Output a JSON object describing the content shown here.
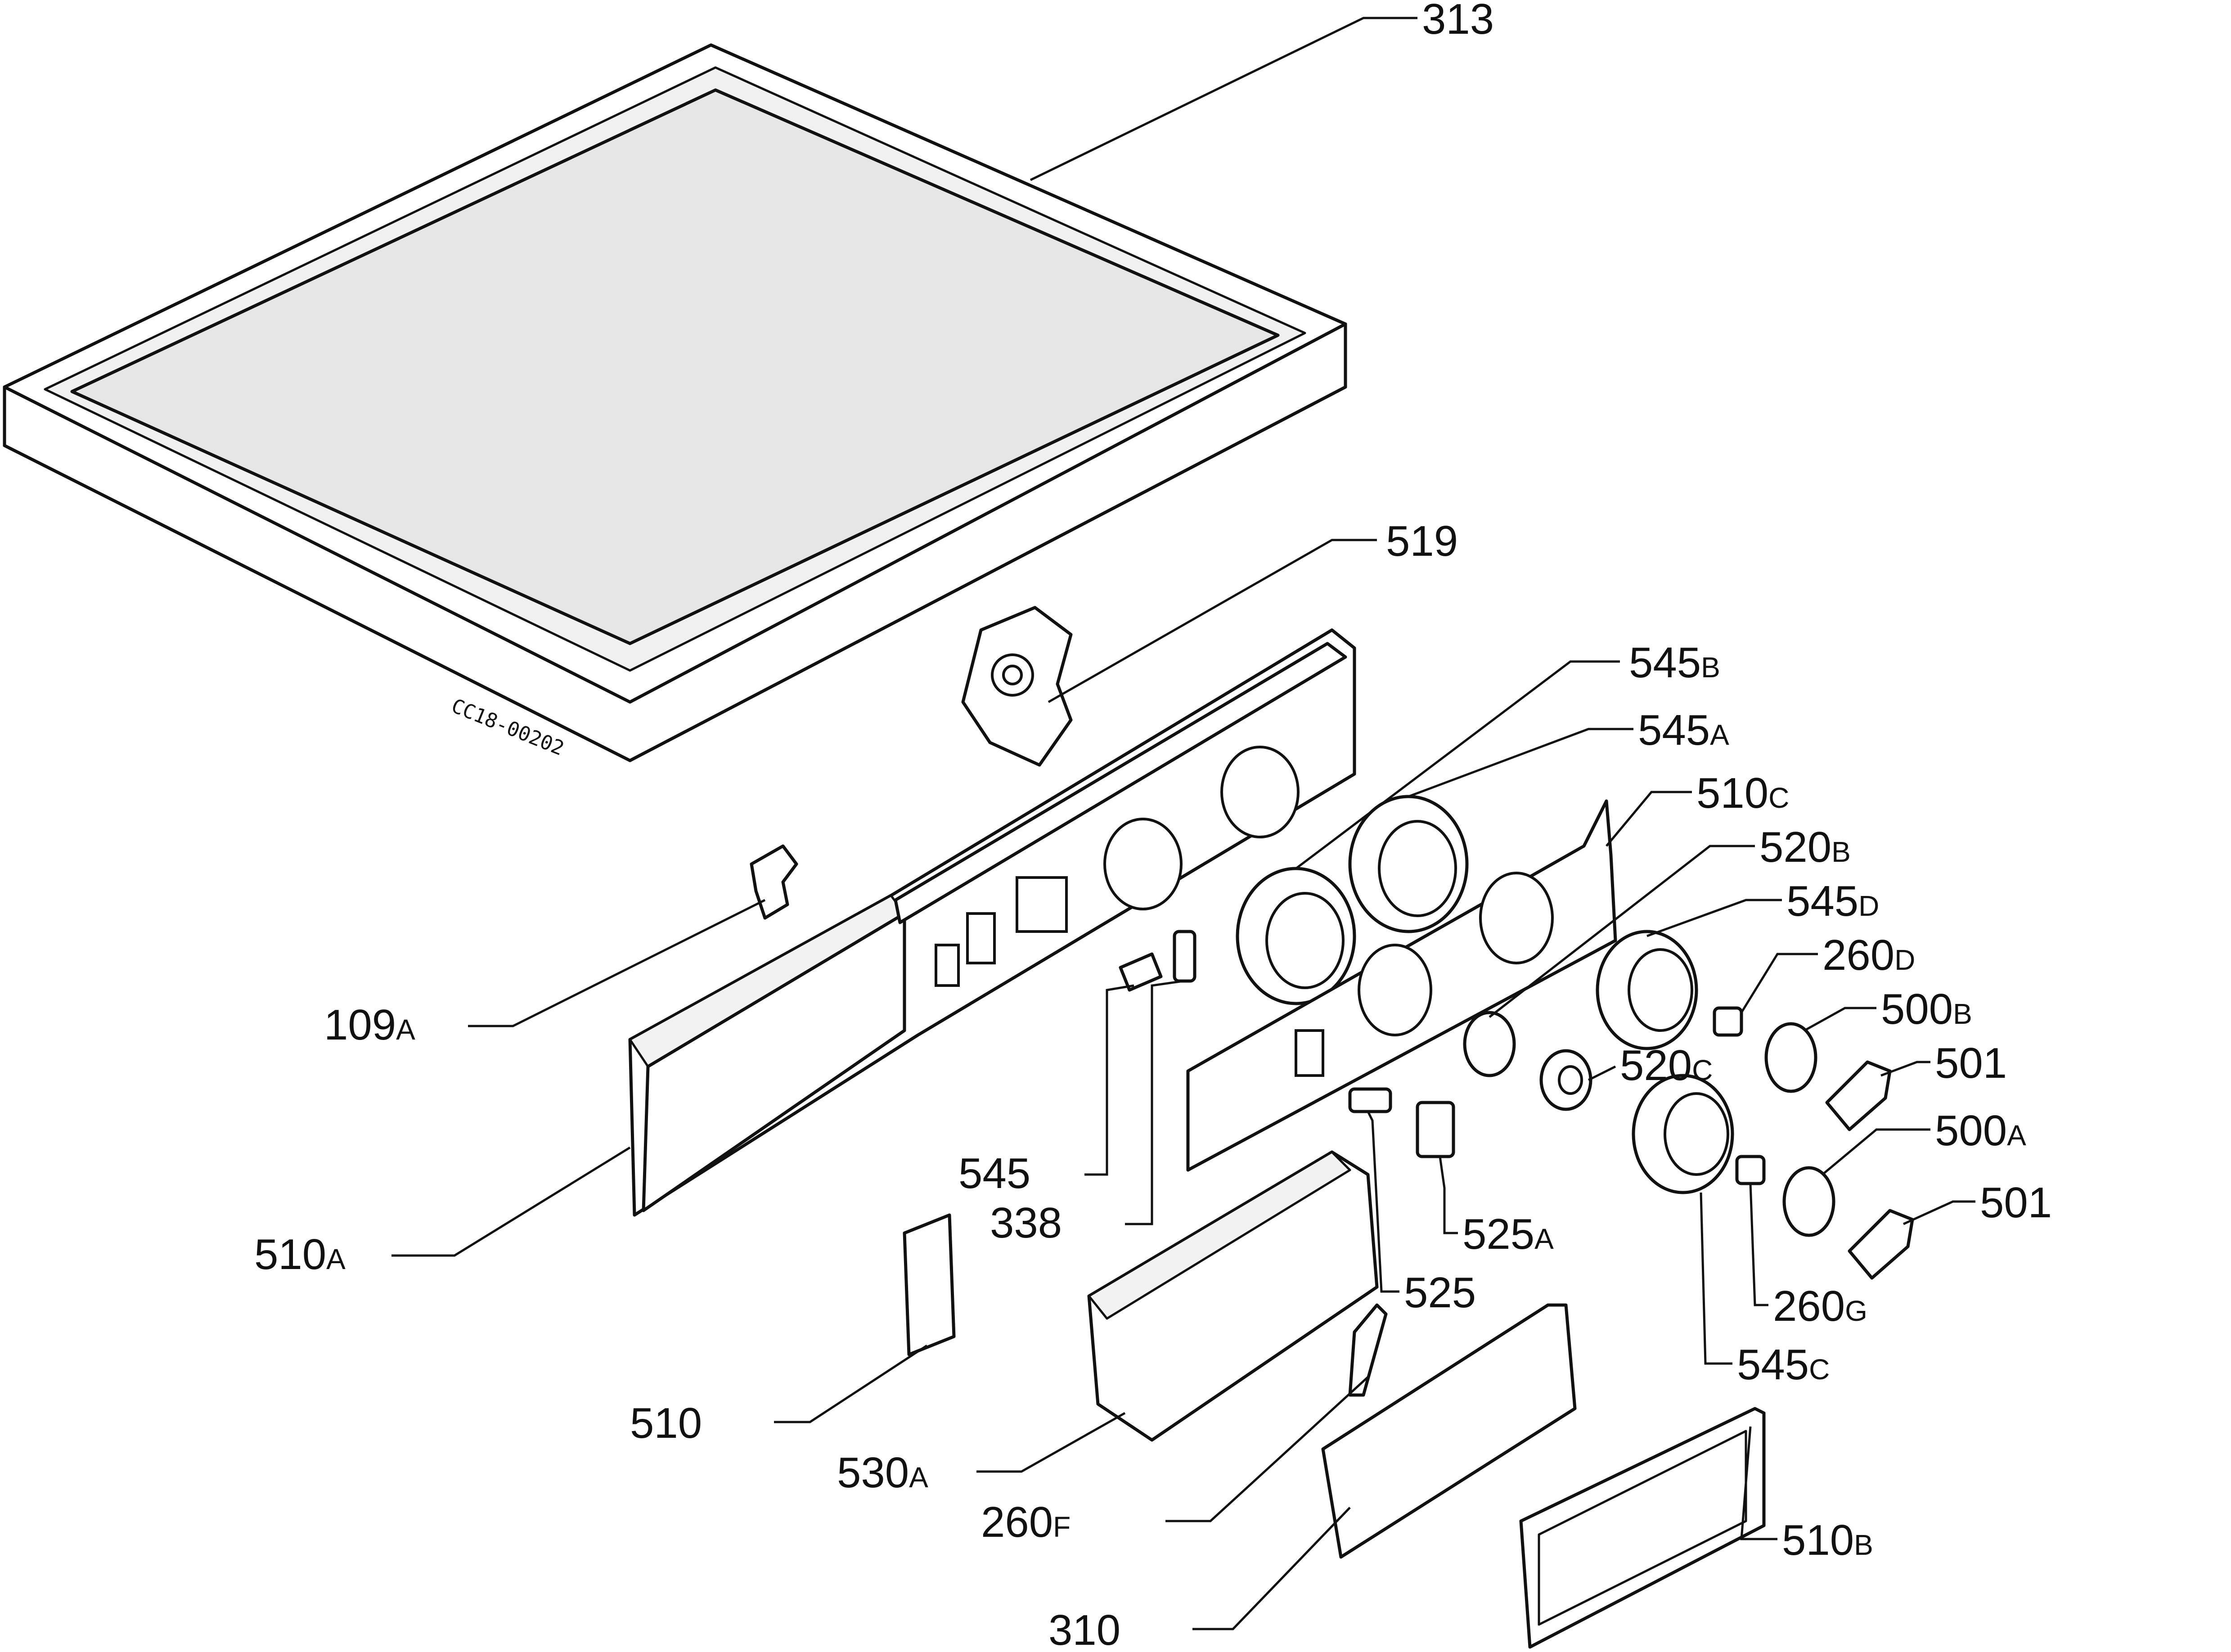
{
  "drawing_code": "CC18-00202",
  "callouts": [
    {
      "id": "c313",
      "num": "313",
      "sub": ""
    },
    {
      "id": "c519",
      "num": "519",
      "sub": ""
    },
    {
      "id": "c545B",
      "num": "545",
      "sub": "B"
    },
    {
      "id": "c545A",
      "num": "545",
      "sub": "A"
    },
    {
      "id": "c510C",
      "num": "510",
      "sub": "C"
    },
    {
      "id": "c520B",
      "num": "520",
      "sub": "B"
    },
    {
      "id": "c545D",
      "num": "545",
      "sub": "D"
    },
    {
      "id": "c260D",
      "num": "260",
      "sub": "D"
    },
    {
      "id": "c500B",
      "num": "500",
      "sub": "B"
    },
    {
      "id": "c501a",
      "num": "501",
      "sub": ""
    },
    {
      "id": "c520C",
      "num": "520",
      "sub": "C"
    },
    {
      "id": "c500A",
      "num": "500",
      "sub": "A"
    },
    {
      "id": "c501b",
      "num": "501",
      "sub": ""
    },
    {
      "id": "c109A",
      "num": "109",
      "sub": "A"
    },
    {
      "id": "c545",
      "num": "545",
      "sub": ""
    },
    {
      "id": "c338",
      "num": "338",
      "sub": ""
    },
    {
      "id": "c510A",
      "num": "510",
      "sub": "A"
    },
    {
      "id": "c525A",
      "num": "525",
      "sub": "A"
    },
    {
      "id": "c525",
      "num": "525",
      "sub": ""
    },
    {
      "id": "c260G",
      "num": "260",
      "sub": "G"
    },
    {
      "id": "c545C",
      "num": "545",
      "sub": "C"
    },
    {
      "id": "c510",
      "num": "510",
      "sub": ""
    },
    {
      "id": "c530A",
      "num": "530",
      "sub": "A"
    },
    {
      "id": "c260F",
      "num": "260",
      "sub": "F"
    },
    {
      "id": "c510B",
      "num": "510",
      "sub": "B"
    },
    {
      "id": "c310",
      "num": "310",
      "sub": ""
    }
  ]
}
